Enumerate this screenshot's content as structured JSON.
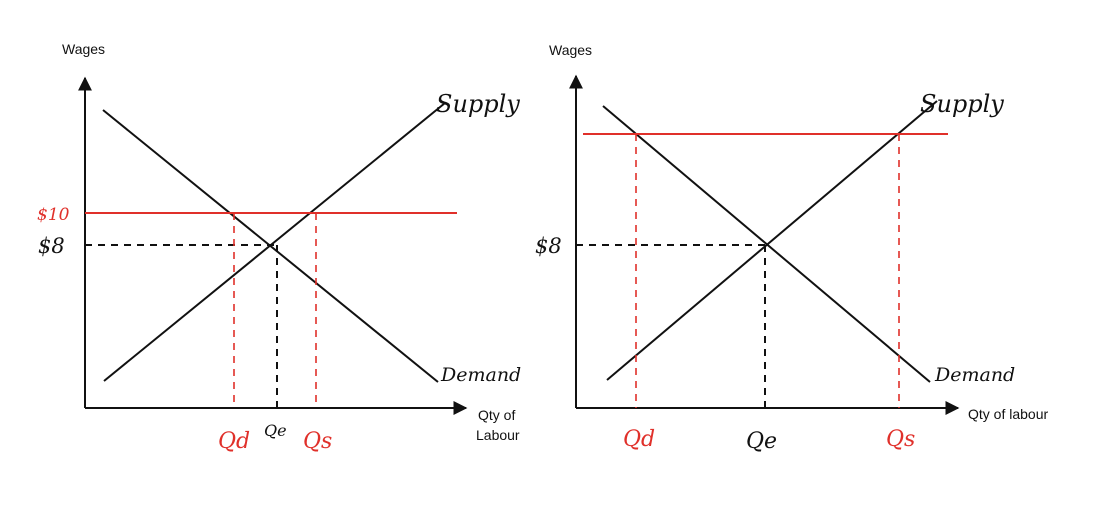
{
  "colors": {
    "ink": "#111111",
    "accent": "#e0302a"
  },
  "left_diagram": {
    "y_axis_label": "Wages",
    "x_axis_label_line1": "Qty of",
    "x_axis_label_line2": "Labour",
    "supply_label": "Supply",
    "demand_label": "Demand",
    "wage_high_label": "$10",
    "wage_eq_label": "$8",
    "qd_label": "Qd",
    "qe_label": "Qe",
    "qs_label": "Qs"
  },
  "right_diagram": {
    "y_axis_label": "Wages",
    "x_axis_label": "Qty of labour",
    "supply_label": "Supply",
    "demand_label": "Demand",
    "wage_eq_label": "$8",
    "qd_label": "Qd",
    "qe_label": "Qe",
    "qs_label": "Qs"
  }
}
